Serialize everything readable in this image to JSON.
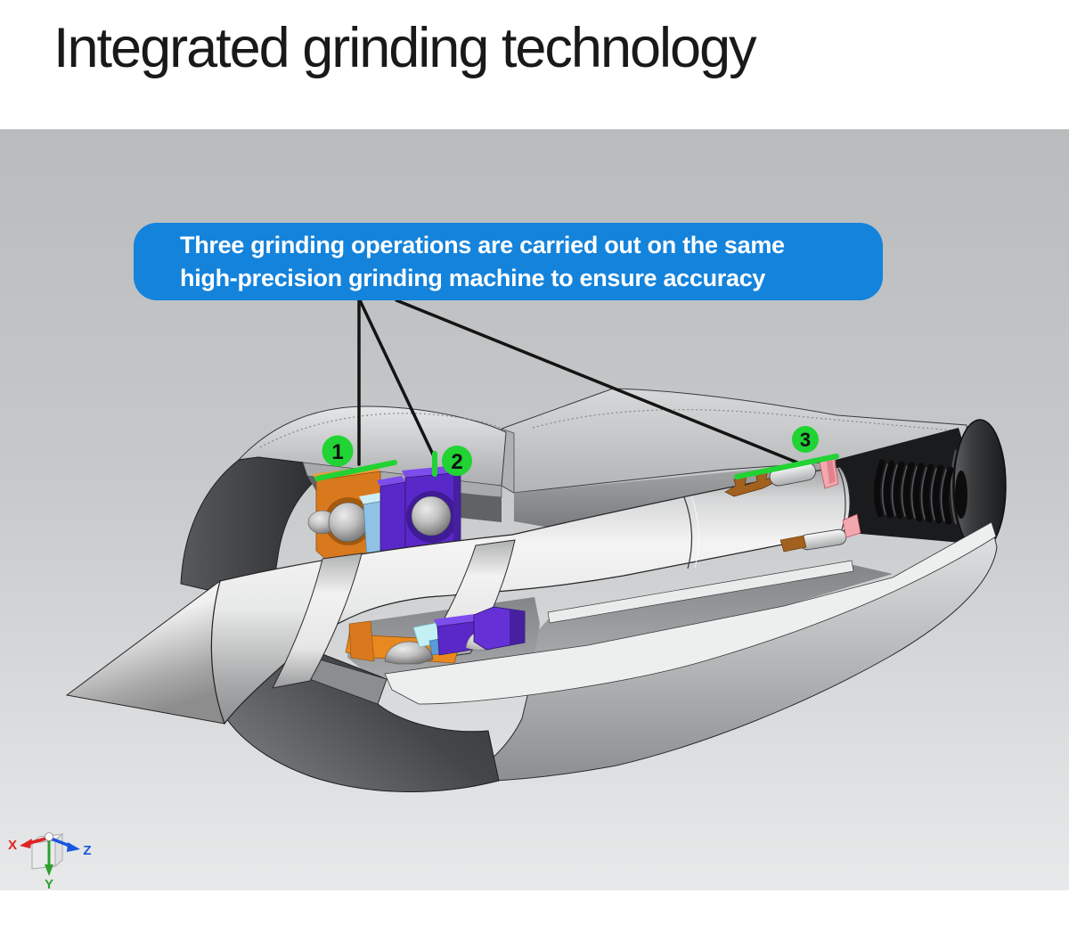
{
  "title": "Integrated grinding technology",
  "callout": {
    "line1": "Three grinding operations are carried out on the same",
    "line2": "high-precision grinding machine to ensure accuracy",
    "bg_color": "#1483db",
    "text_color": "#ffffff"
  },
  "annotations": {
    "markers": [
      {
        "label": "1"
      },
      {
        "label": "2"
      },
      {
        "label": "3"
      }
    ],
    "marker_color": "#21d333",
    "line_color": "#141414"
  },
  "triad": {
    "axes": [
      {
        "label": "X",
        "color": "#e02222"
      },
      {
        "label": "Z",
        "color": "#1a55e0"
      },
      {
        "label": "Y",
        "color": "#2ca02c"
      }
    ]
  },
  "colors": {
    "panel_top": "#b9bbbd",
    "panel_bottom": "#e7e9ea",
    "bearing_orange": "#d9791e",
    "bearing_purple": "#5a28c8",
    "spacer_light_blue": "#8fc2e4",
    "spacer_cyan": "#c2f0f4",
    "seal_pink": "#f3a8af",
    "retainer_copper": "#a2611e",
    "shell_dark": "#3a3b3d"
  }
}
